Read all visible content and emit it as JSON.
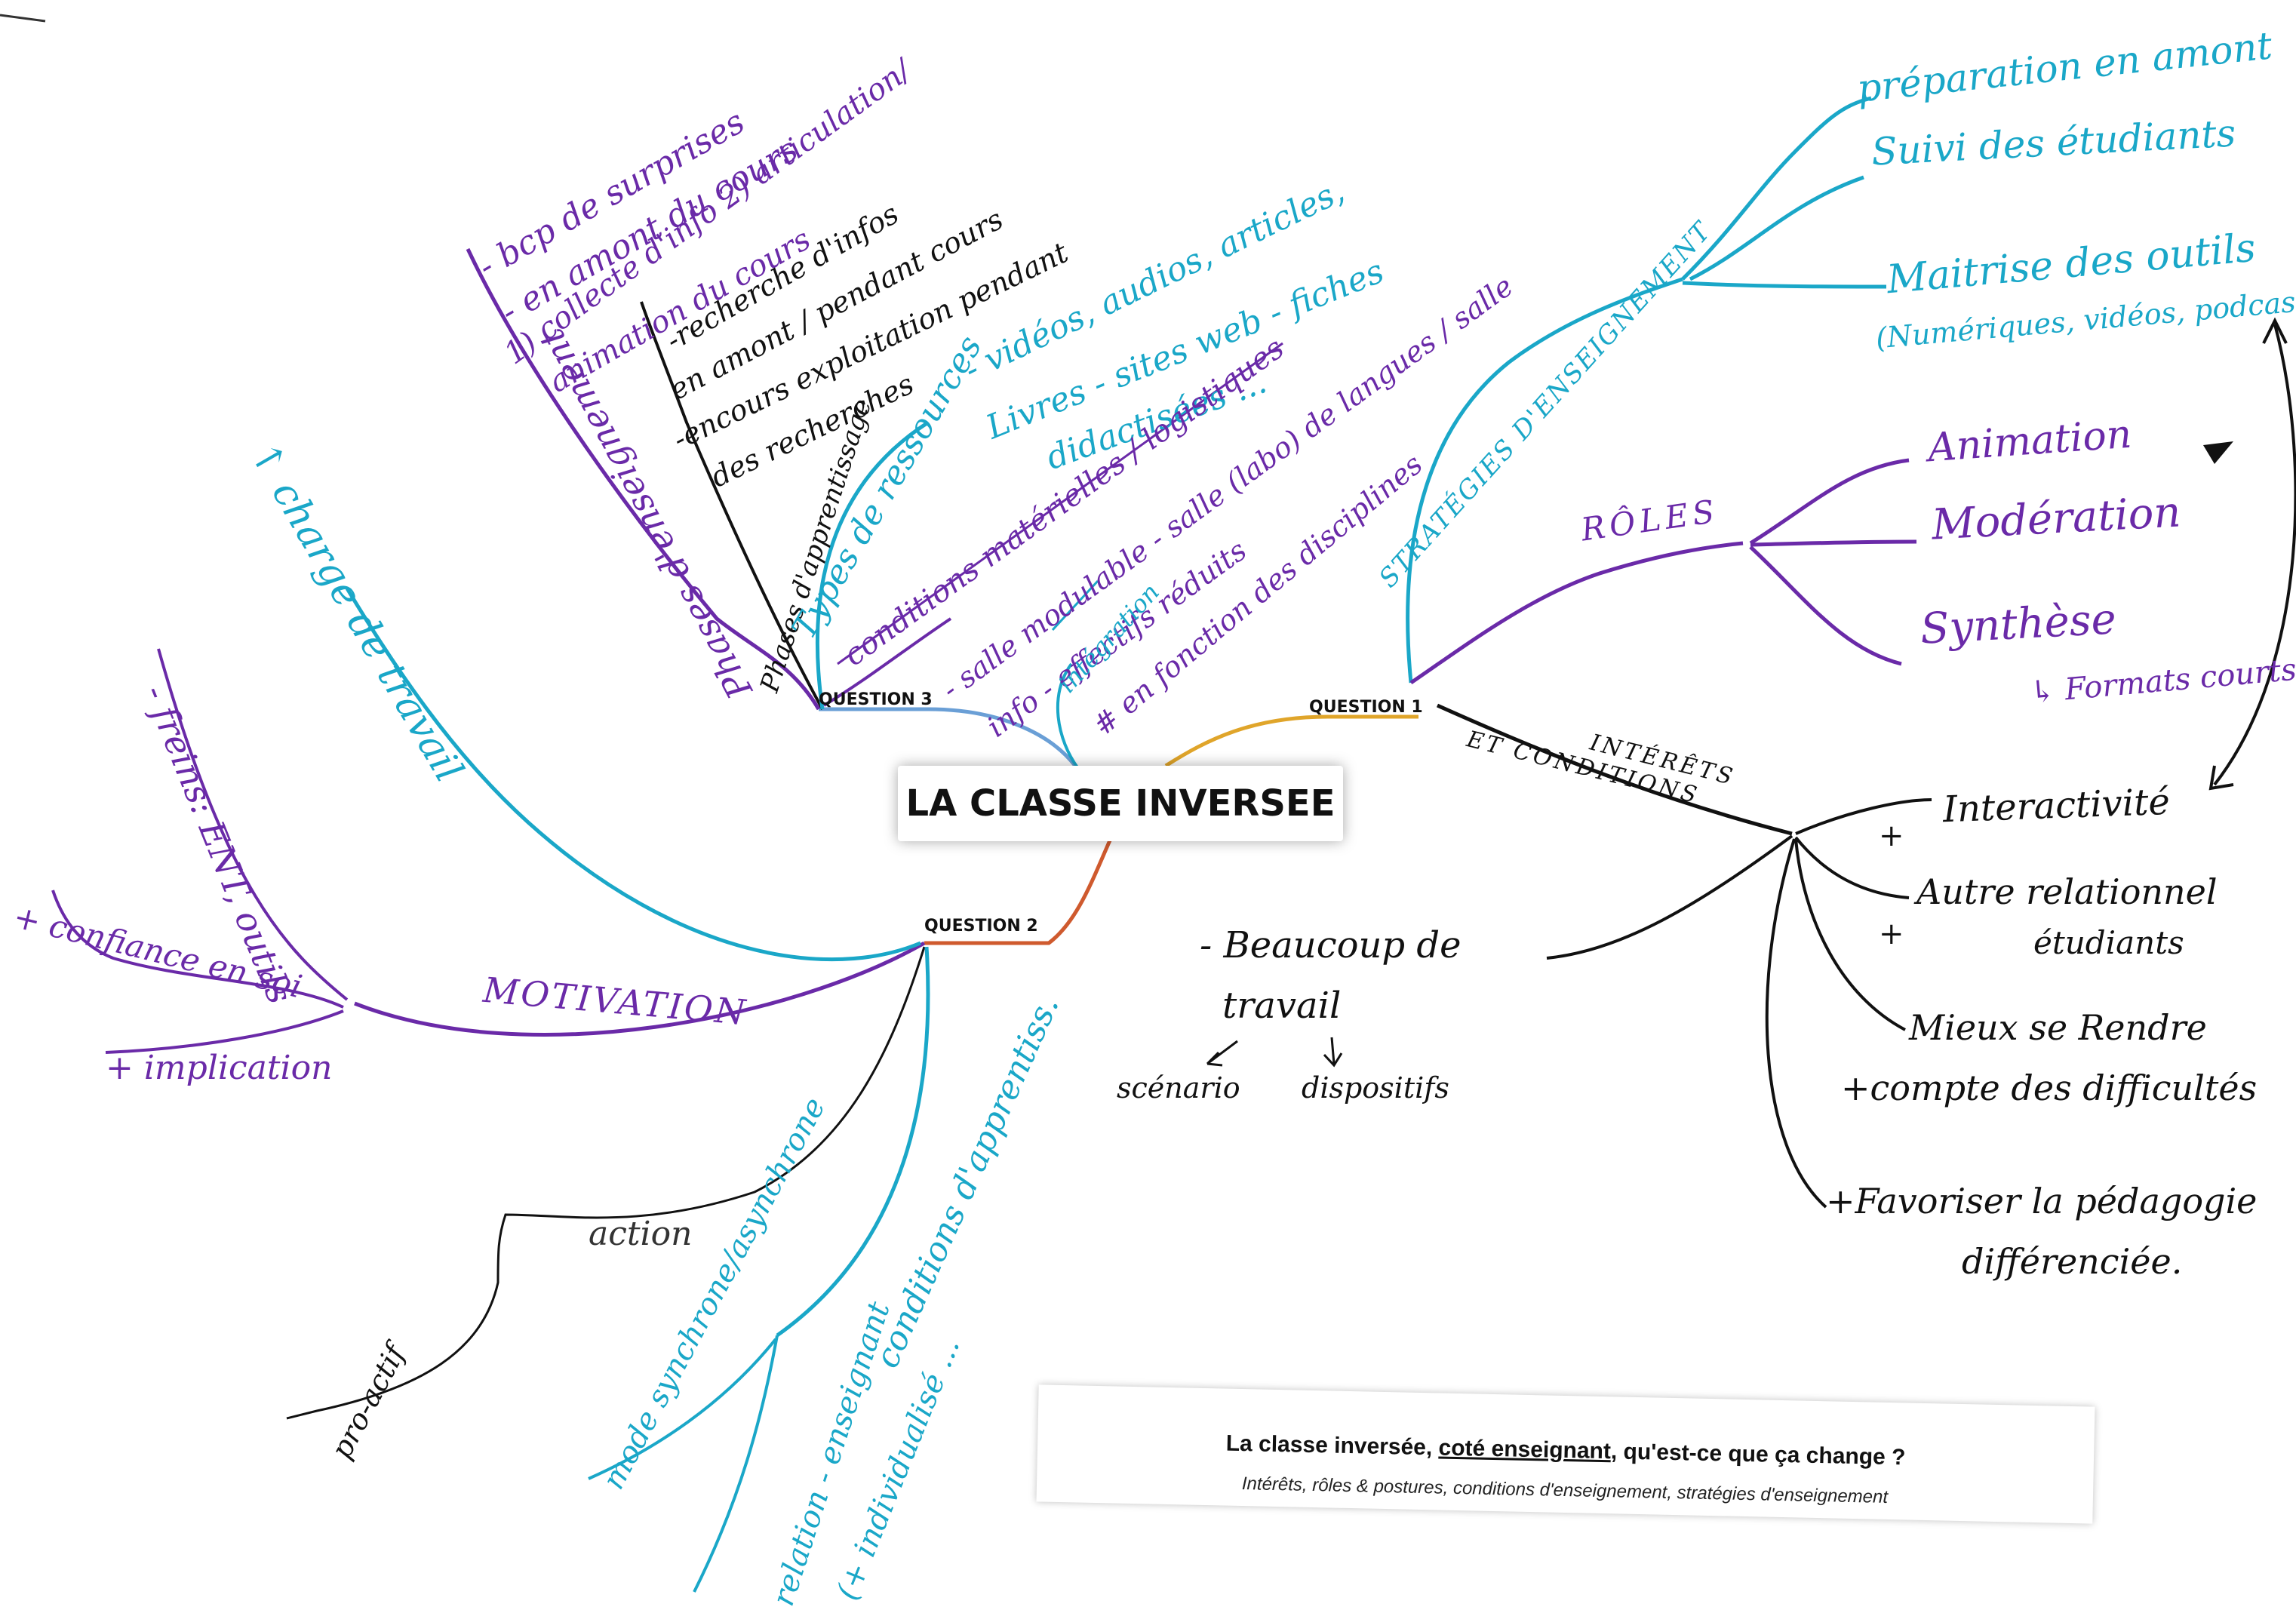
{
  "center": "LA CLASSE INVERSEE",
  "questions": {
    "q1": "QUESTION 1",
    "q2": "QUESTION 2",
    "q3": "QUESTION 3"
  },
  "caption": {
    "before": "La classe inversée, ",
    "underlined": "coté enseignant",
    "after": ", qu'est-ce que ça change ?",
    "subtitle": "Intérêts, rôles & postures, conditions d'enseignement, stratégies d'enseignement"
  },
  "q1": {
    "strategies": {
      "label": "STRATÉGIES D'ENSEIGNEMENT",
      "items": [
        "préparation en amont",
        "Suivi des étudiants",
        "Maitrise des outils",
        "(Numériques, vidéos, podcasts)"
      ]
    },
    "roles": {
      "label": "RÔLES",
      "items": [
        "Animation",
        "Modération",
        "Synthèse",
        "↳ Formats courts"
      ]
    },
    "interets": {
      "label": "INTÉRÊTS",
      "label2": "ET CONDITIONS",
      "plus": [
        "+ Interactivité",
        "+ Autre relationnel étudiants",
        "+ Mieux se Rendre compte des difficultés",
        "+ Favoriser la pédagogie différenciée"
      ],
      "plus_lines": [
        "+",
        "Interactivité",
        "+",
        "Autre relationnel",
        "étudiants",
        "Mieux se Rendre",
        "+compte des difficultés",
        "+Favoriser la pédagogie",
        "différenciée."
      ],
      "minus": [
        "- Beaucoup de",
        "travail",
        "scénario",
        "dispositifs"
      ]
    }
  },
  "q2": {
    "motivation": "MOTIVATION",
    "freins": "- freins: ENT, outils",
    "confiance": "+ confiance en soi",
    "implication": "+ implication",
    "action": "action",
    "proactif": "pro-actif",
    "conditions": "conditions d'apprentiss.",
    "mode": "mode synchrone/asynchrone",
    "relation": "relation - enseignant",
    "individualise": "(+ individualisé ...",
    "charge": "↑ charge de travail"
  },
  "q3": {
    "phases_dens": "Phases d'enseignement",
    "phases_dapp": "Phases d'apprentissage",
    "surprises": "- bcp de surprises",
    "amont_cours": "- en amont du cours",
    "collecte": "1) collecte d'info 2) articulation/",
    "animation": "animation du cours",
    "recherche1": "-recherche d'infos",
    "recherche2": "en amont / pendant cours",
    "exploitation": "-encours exploitation pendant",
    "recherches": "des recherches",
    "types_ressources": "Types de ressources",
    "videos": "- vidéos, audios, articles,",
    "livres": "Livres - sites web - fiches",
    "didact": "didactisées ...",
    "conditions_mat": "conditions matérielles / logistiques",
    "salle": "- salle modulable - salle (labo) de langues / salle",
    "info": "info - effectifs réduits",
    "integration": "intégration",
    "fonction": "# en fonction des disciplines"
  },
  "colors": {
    "cyan": "#1aa7c8",
    "purple": "#6a2aa8",
    "black": "#111111",
    "gold": "#e0a52a",
    "orange": "#cf5a2e",
    "blue": "#6a9fd6"
  }
}
